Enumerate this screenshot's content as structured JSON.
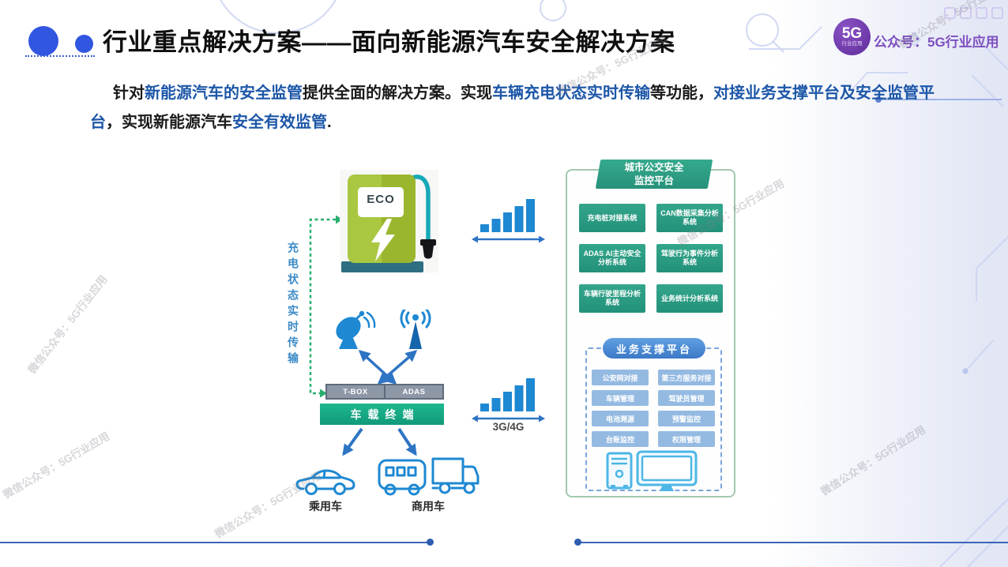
{
  "header": {
    "title": "行业重点解决方案——面向新能源汽车安全解决方案",
    "logo": {
      "main": "5G",
      "sub": "行业应用"
    },
    "account": "公众号：5G行业应用"
  },
  "intro": {
    "s1": "针对",
    "s2": "新能源汽车的安全监管",
    "s3": "提供全面的解决方案。实现",
    "s4": "车辆充电状态实时传输",
    "s5": "等功能，",
    "s6": "对接业务支撑平台及安全监管平台",
    "s7": "，实现新能源汽车",
    "s8": "安全有效监管",
    "s9": "."
  },
  "diagram": {
    "flow_label": "充电状态实时传输",
    "eco_label": "ECO",
    "tbox_label": "T-BOX",
    "adas_label": "ADAS",
    "terminal_label": "车载终端",
    "network_label": "3G/4G",
    "passenger_label": "乘用车",
    "commercial_label": "商用车",
    "monitor_platform": {
      "title_line1": "城市公交安全",
      "title_line2": "监控平台",
      "systems": [
        "充电桩对接系统",
        "CAN数据采集分析系统",
        "ADAS AI主动安全分析系统",
        "驾驶行为事件分析系统",
        "车辆行驶里程分析系统",
        "业务统计分析系统"
      ]
    },
    "support_platform": {
      "title": "业务支撑平台",
      "modules": [
        "公安网对接",
        "第三方服务对接",
        "车辆管理",
        "驾驶员管理",
        "电池溯源",
        "预警监控",
        "台账监控",
        "权限管理"
      ]
    }
  },
  "watermark": {
    "text": "微信公众号：5G行业应用"
  },
  "colors": {
    "accent_blue": "#1d57a8",
    "icon_blue": "#1e88d2",
    "connector_green": "#28b06e",
    "platform_green": "#2e9e84",
    "module_blue": "#94bae2",
    "purple": "#7e4fc0",
    "station_green": "#a9c740"
  }
}
